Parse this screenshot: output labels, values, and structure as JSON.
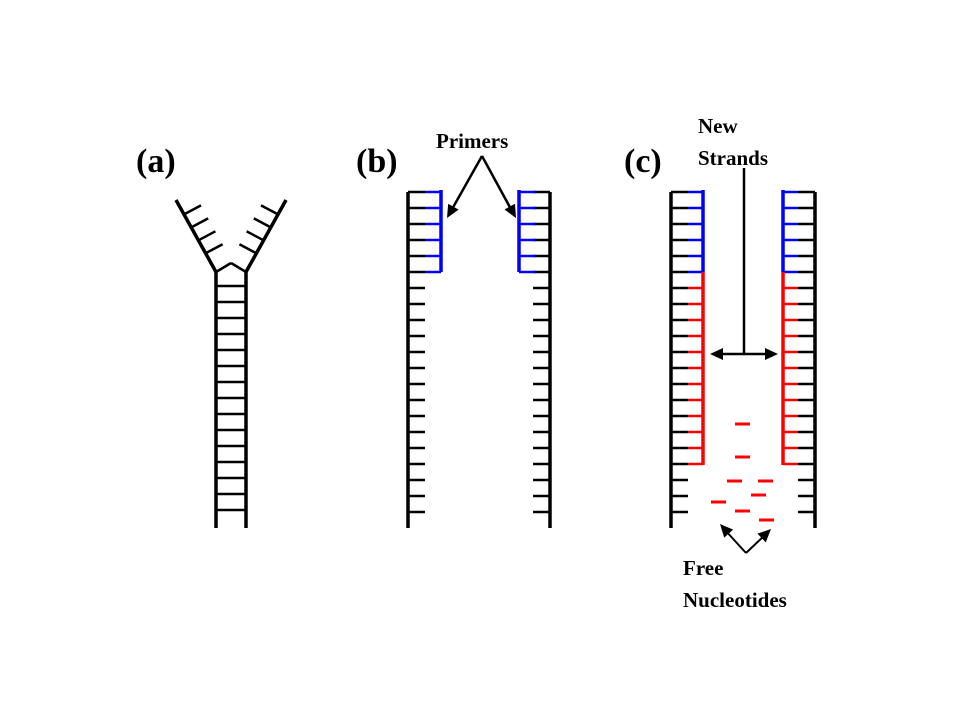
{
  "panels": {
    "a": {
      "label": "(a)"
    },
    "b": {
      "label": "(b)"
    },
    "c": {
      "label": "(c)"
    }
  },
  "annotations": {
    "primers": "Primers",
    "new_strands_line1": "New",
    "new_strands_line2": "Strands",
    "free_line1": "Free",
    "free_line2": "Nucleotides"
  },
  "colors": {
    "strand": "#000000",
    "primer": "#0000ff",
    "new_strand": "#ff0000",
    "background": "#ffffff"
  }
}
